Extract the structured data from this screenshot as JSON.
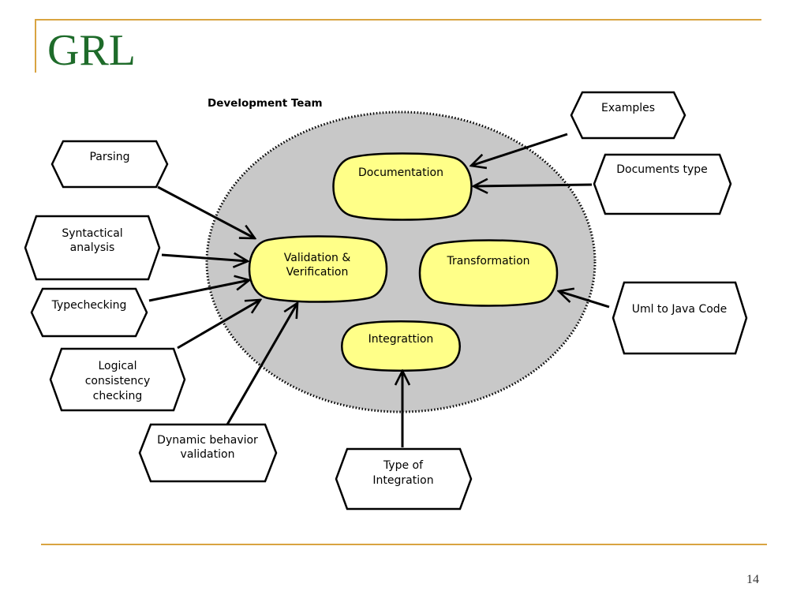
{
  "slide": {
    "title": "GRL",
    "page_number": "14",
    "colors": {
      "title": "#1e6b2a",
      "rule": "#d9a441",
      "actor_fill": "#c8c8c8",
      "goal_fill": "#ffff88"
    }
  },
  "diagram": {
    "actor": {
      "label": "Development Team",
      "goals": [
        {
          "label": "Documentation"
        },
        {
          "label_lines": [
            "Validation &",
            "Verification"
          ]
        },
        {
          "label": "Transformation"
        },
        {
          "label": "Integrattion"
        }
      ]
    },
    "resources": [
      {
        "label": "Examples"
      },
      {
        "label": "Documents type"
      },
      {
        "label": "Parsing"
      },
      {
        "label_lines": [
          "Syntactical",
          "analysis"
        ]
      },
      {
        "label": "Typechecking"
      },
      {
        "label_lines": [
          "Logical",
          "consistency",
          "checking"
        ]
      },
      {
        "label_lines": [
          "Dynamic behavior",
          "validation"
        ]
      },
      {
        "label_lines": [
          "Type of",
          "Integration"
        ]
      },
      {
        "label": "Uml to Java Code"
      }
    ]
  }
}
